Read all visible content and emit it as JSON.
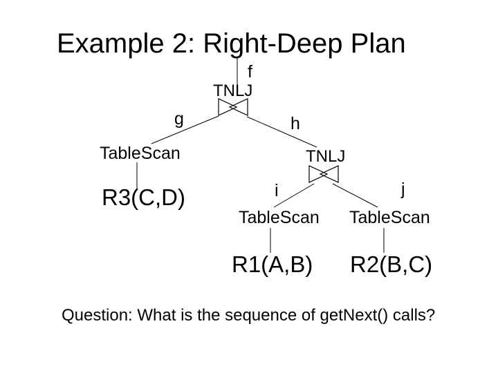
{
  "colors": {
    "background": "#ffffff",
    "text": "#000000",
    "line": "#000000"
  },
  "slide": {
    "title": "Example 2: Right-Deep Plan",
    "question": "Question: What is the sequence of getNext() calls?"
  },
  "tree": {
    "root": {
      "edge_label": "f",
      "join": "TNLJ"
    },
    "left": {
      "edge_label": "g",
      "operator": "TableScan",
      "relation": "R3(C,D)"
    },
    "right": {
      "edge_label": "h",
      "join": "TNLJ",
      "left": {
        "edge_label": "i",
        "operator": "TableScan",
        "relation": "R1(A,B)"
      },
      "right": {
        "edge_label": "j",
        "operator": "TableScan",
        "relation": "R2(B,C)"
      }
    }
  }
}
